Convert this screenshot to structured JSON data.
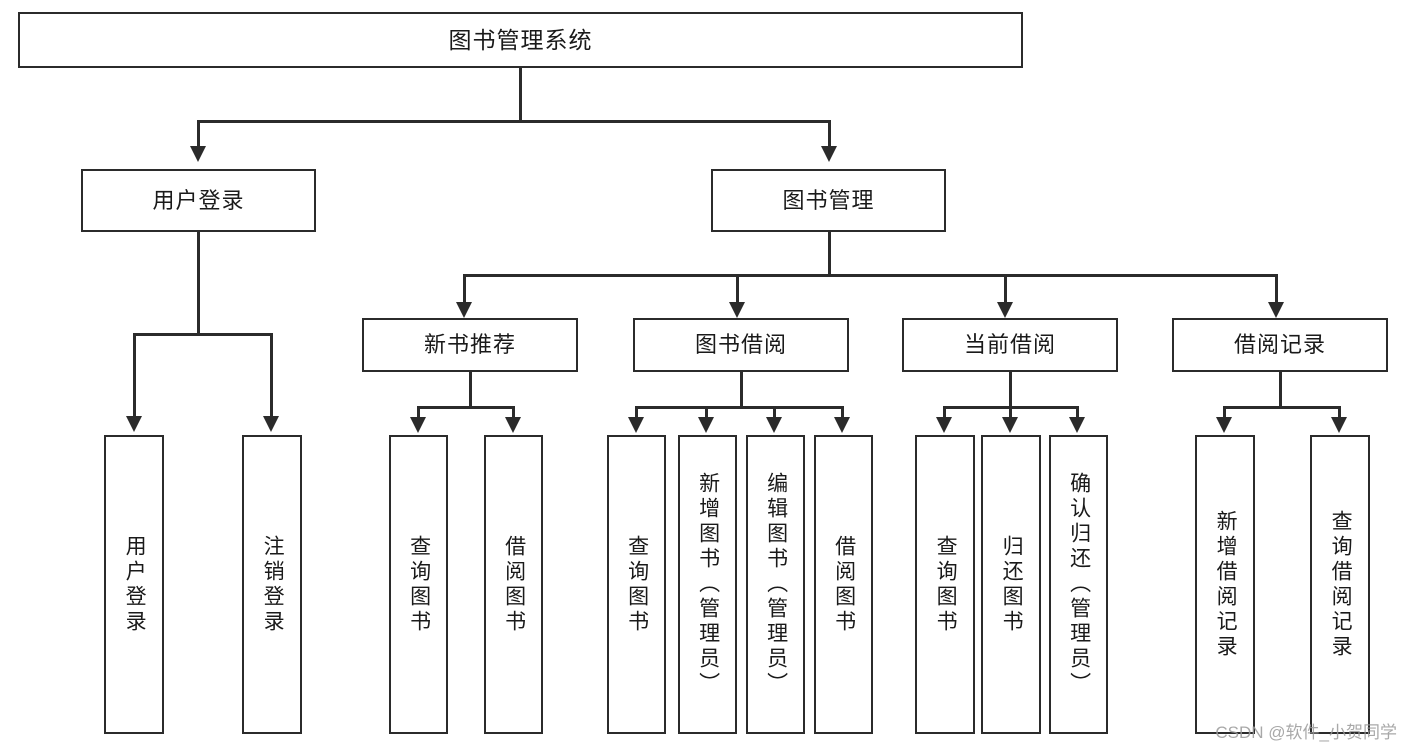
{
  "diagram": {
    "title": "图书管理系统",
    "type": "hierarchy-tree",
    "root": {
      "label": "图书管理系统"
    },
    "level2": [
      {
        "id": "user-login",
        "label": "用户登录"
      },
      {
        "id": "book-manage",
        "label": "图书管理"
      }
    ],
    "level3": [
      {
        "id": "new-book-recommend",
        "label": "新书推荐"
      },
      {
        "id": "book-borrow",
        "label": "图书借阅"
      },
      {
        "id": "current-borrow",
        "label": "当前借阅"
      },
      {
        "id": "borrow-record",
        "label": "借阅记录"
      }
    ],
    "leaves": [
      {
        "id": "leaf-user-login",
        "label": "用户登录"
      },
      {
        "id": "leaf-logout-login",
        "label": "注销登录"
      },
      {
        "id": "leaf-query-book-1",
        "label": "查询图书"
      },
      {
        "id": "leaf-borrow-book-1",
        "label": "借阅图书"
      },
      {
        "id": "leaf-query-book-2",
        "label": "查询图书"
      },
      {
        "id": "leaf-add-book",
        "label": "新增图书（管理员）"
      },
      {
        "id": "leaf-edit-book",
        "label": "编辑图书（管理员）"
      },
      {
        "id": "leaf-borrow-book-2",
        "label": "借阅图书"
      },
      {
        "id": "leaf-query-book-3",
        "label": "查询图书"
      },
      {
        "id": "leaf-return-book",
        "label": "归还图书"
      },
      {
        "id": "leaf-confirm-return",
        "label": "确认归还（管理员）"
      },
      {
        "id": "leaf-add-record",
        "label": "新增借阅记录"
      },
      {
        "id": "leaf-query-record",
        "label": "查询借阅记录"
      }
    ]
  },
  "watermark": {
    "text": "CSDN @软件_小贺同学"
  },
  "colors": {
    "stroke": "#2b2b2b",
    "background": "#ffffff",
    "text": "#1a1a1a",
    "watermark": "#9a9a9a"
  }
}
